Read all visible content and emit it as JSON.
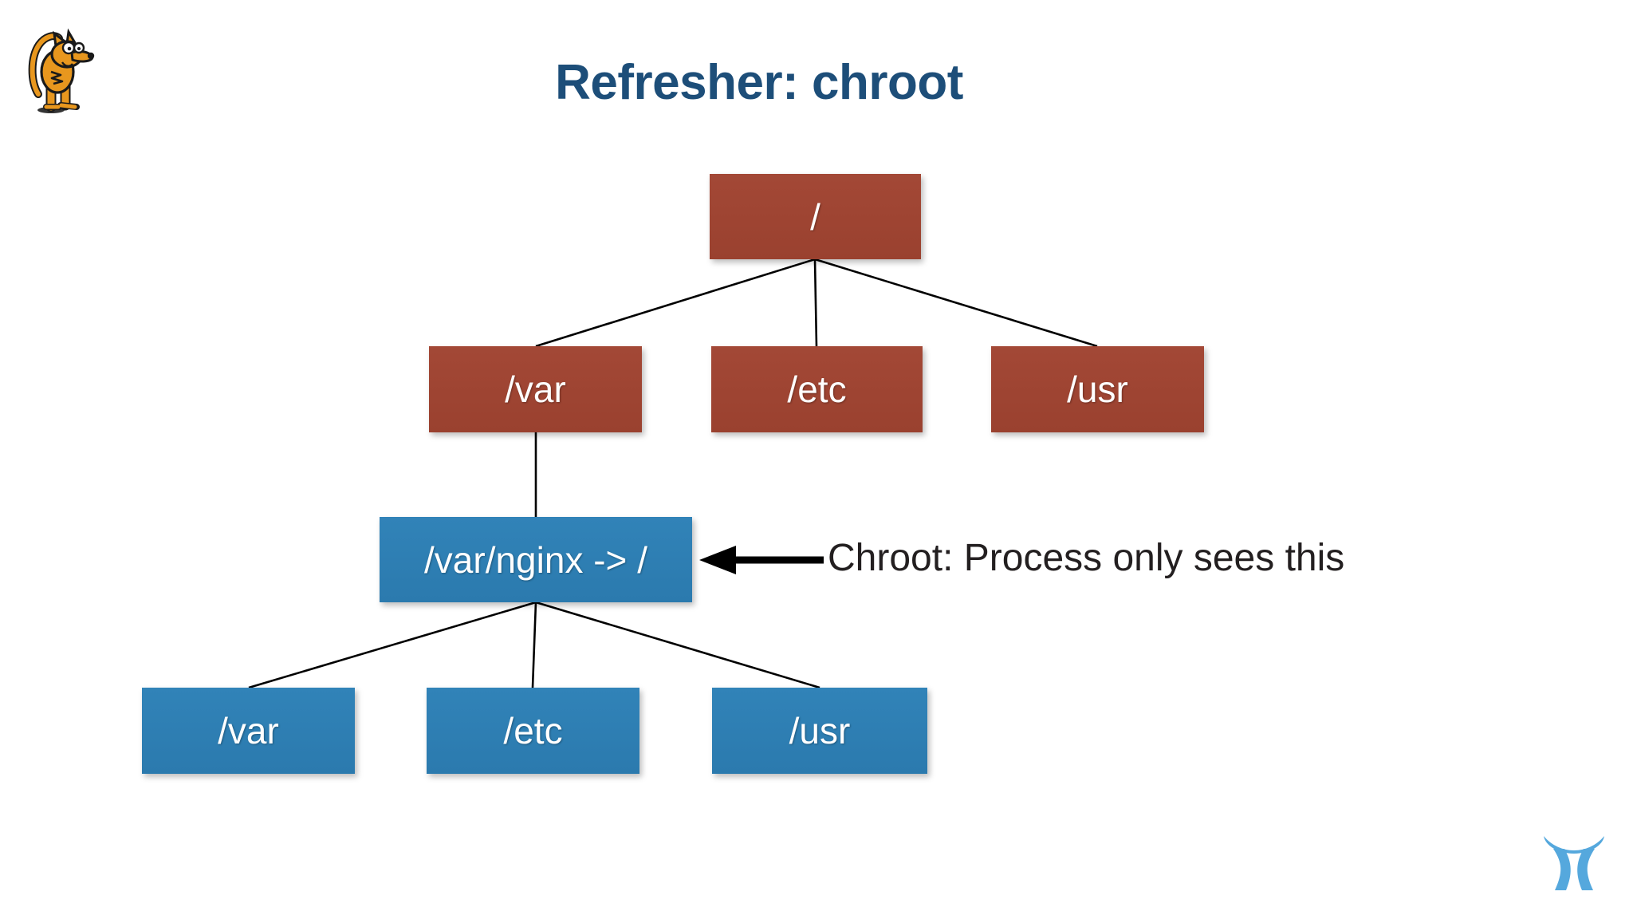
{
  "slide": {
    "title": "Refresher: chroot",
    "background_color": "#ffffff",
    "title_color": "#1d4e79"
  },
  "mascot": {
    "name": "orange-dog-mascot",
    "colors": {
      "body": "#e8971e",
      "outline": "#1a1a1a",
      "eye_white": "#ffffff"
    }
  },
  "palette": {
    "host_node": "#9d4434",
    "chroot_node": "#2f7fb4",
    "edge": "#000000",
    "text_on_node": "#ffffff",
    "annotation_text": "#231f20",
    "logo": "#55a8dd"
  },
  "tree": {
    "host": {
      "root": {
        "label": "/"
      },
      "children": [
        {
          "label": "/var"
        },
        {
          "label": "/etc"
        },
        {
          "label": "/usr"
        }
      ]
    },
    "chroot": {
      "root": {
        "label": "/var/nginx -> /"
      },
      "children": [
        {
          "label": "/var"
        },
        {
          "label": "/etc"
        },
        {
          "label": "/usr"
        }
      ]
    }
  },
  "annotation": {
    "arrow_direction": "left",
    "text": "Chroot: Process only sees this"
  },
  "corner_logo": {
    "name": "x-arc-logo",
    "color": "#55a8dd"
  }
}
